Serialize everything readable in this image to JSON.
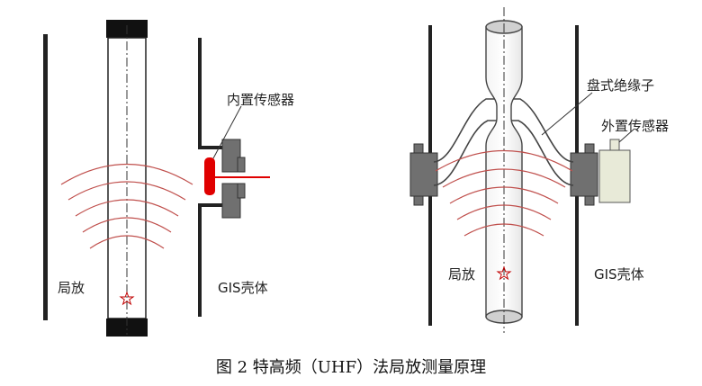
{
  "left_panel": {
    "internal_sensor_label": "内置传感器",
    "pd_label": "局放",
    "gis_label": "GIS壳体"
  },
  "right_panel": {
    "insulator_label": "盘式绝缘子",
    "external_sensor_label": "外置传感器",
    "pd_label": "局放",
    "gis_label": "GIS壳体"
  },
  "caption": "图 2  特高频（UHF）法局放测量原理",
  "colors": {
    "wave": "#c0504d",
    "sensor": "#e00000",
    "flange": "#707070",
    "line": "#333333"
  }
}
